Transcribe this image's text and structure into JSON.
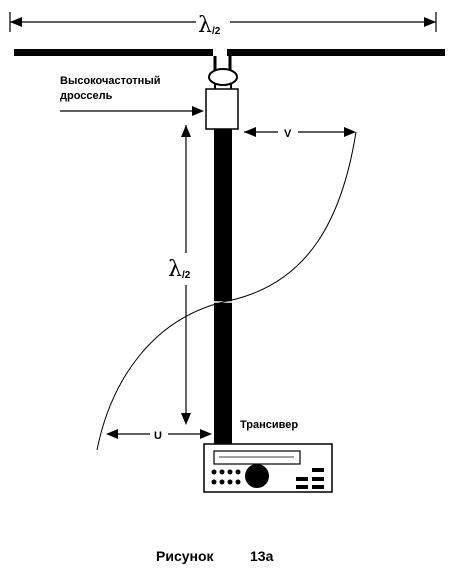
{
  "diagram": {
    "lambda_top_symbol": "λ",
    "lambda_top_sub": "/2",
    "lambda_mid_symbol": "λ",
    "lambda_mid_sub": "/2",
    "choke_label_line1": "Высокочастотный",
    "choke_label_line2": "дроссель",
    "voltage_label": "V",
    "current_label": "U",
    "transceiver_label": "Трансивер",
    "caption_word": "Рисунок",
    "caption_number": "13a"
  },
  "colors": {
    "ink": "#000000",
    "paper": "#ffffff"
  }
}
